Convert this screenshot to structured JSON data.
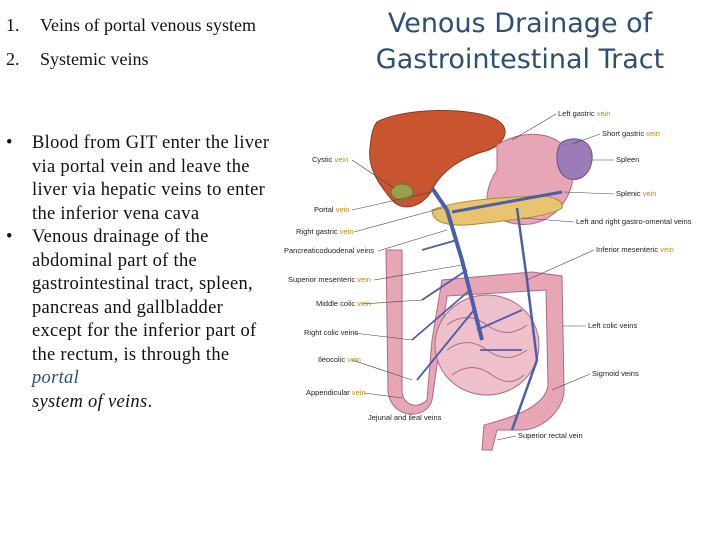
{
  "title": {
    "line1": "Venous Drainage of",
    "line2": "Gastrointestinal Tract"
  },
  "numbered_list": [
    {
      "num": "1.",
      "text": "Veins of portal venous system"
    },
    {
      "num": "2.",
      "text": "Systemic veins"
    }
  ],
  "bullets": {
    "marker": "•",
    "b1": "Blood from GIT enter the liver via portal vein and leave the liver via hepatic veins to enter the inferior vena cava",
    "b2_pre": "Venous drainage of the abdominal part of the gastrointestinal tract, spleen, pancreas and gallbladder except for the inferior part of the rectum, is through the ",
    "b2_em1": "portal",
    "b2_em2": "system of veins",
    "b2_post": "."
  },
  "diagram": {
    "left_labels": [
      {
        "a": "Cystic ",
        "v": "vein"
      },
      {
        "a": "Portal ",
        "v": "vein"
      },
      {
        "a": "Right gastric ",
        "v": "vein"
      },
      {
        "a": "Pancreaticoduodenal veins",
        "v": ""
      },
      {
        "a": "Superior mesenteric ",
        "v": "vein"
      },
      {
        "a": "Middle colic ",
        "v": "vein"
      },
      {
        "a": "Right colic veins",
        "v": ""
      },
      {
        "a": "Ileocolic ",
        "v": "vein"
      },
      {
        "a": "Appendicular ",
        "v": "vein"
      },
      {
        "a": "Jejunal and ileal veins",
        "v": ""
      }
    ],
    "right_labels": [
      {
        "a": "Left gastric ",
        "v": "vein"
      },
      {
        "a": "Short gastric ",
        "v": "vein"
      },
      {
        "a": "Spleen",
        "v": ""
      },
      {
        "a": "Splenic ",
        "v": "vein"
      },
      {
        "a": "Left and right gastro-omental veins",
        "v": ""
      },
      {
        "a": "Inferior mesenteric ",
        "v": "vein"
      },
      {
        "a": "Left colic veins",
        "v": ""
      },
      {
        "a": "Sigmoid veins",
        "v": ""
      },
      {
        "a": "Superior rectal vein",
        "v": ""
      }
    ],
    "colors": {
      "liver": "#c8552f",
      "intestine": "#e6a6b6",
      "vein": "#4b5fa8",
      "spleen": "#9b7bb8",
      "gallbladder": "#9aa04a",
      "label_highlight": "#c98a00"
    }
  }
}
